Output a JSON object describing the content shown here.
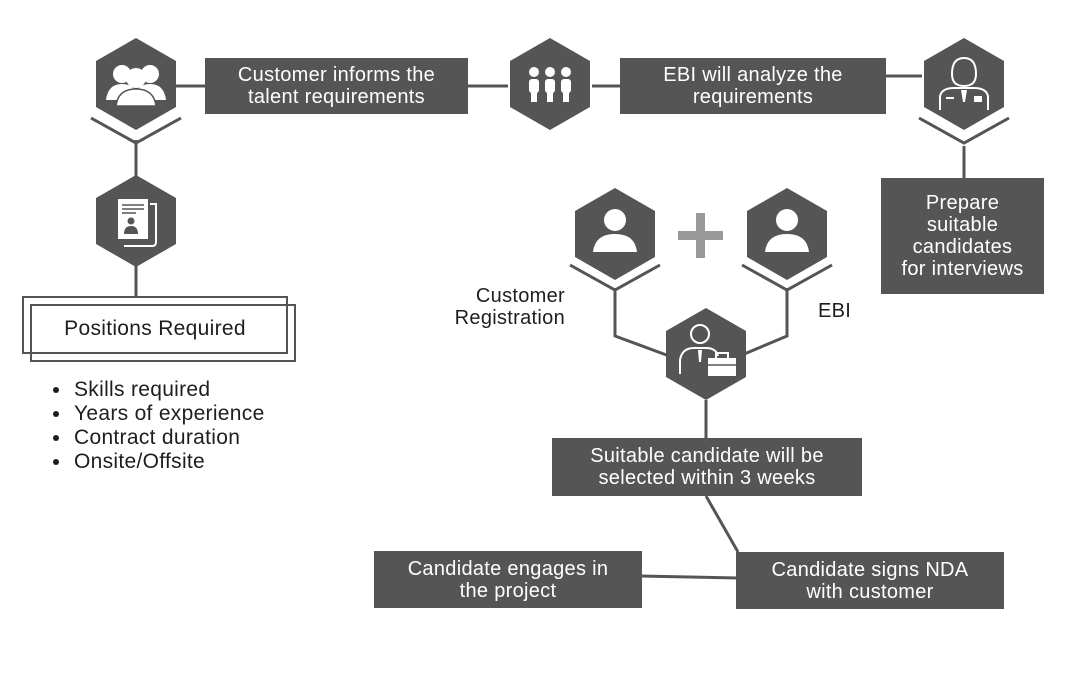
{
  "colors": {
    "box": "#555555",
    "connector": "#555555",
    "text": "#1e1e1e",
    "plus": "#999999"
  },
  "boxes": {
    "informs": "Customer informs the\ntalent requirements",
    "analyze": "EBI will analyze the\nrequirements",
    "prepare": "Prepare\nsuitable\ncandidates\nfor interviews",
    "selected": "Suitable candidate will be\nselected within 3 weeks",
    "signs_nda": "Candidate signs NDA\nwith customer",
    "engages": "Candidate engages in\nthe project"
  },
  "labels": {
    "customer_registration": "Customer\nRegistration",
    "ebi": "EBI"
  },
  "positions": {
    "title": "Positions Required",
    "items": [
      "Skills required",
      "Years of experience",
      "Contract duration",
      "Onsite/Offsite"
    ]
  },
  "icons": {
    "customers": "group-icon",
    "team": "team-icon",
    "consultant": "consultant-icon",
    "document": "resume-document-icon",
    "registration_user": "user-icon",
    "plus": "plus-icon",
    "ebi_user": "user-icon",
    "candidate": "businessman-briefcase-icon"
  }
}
